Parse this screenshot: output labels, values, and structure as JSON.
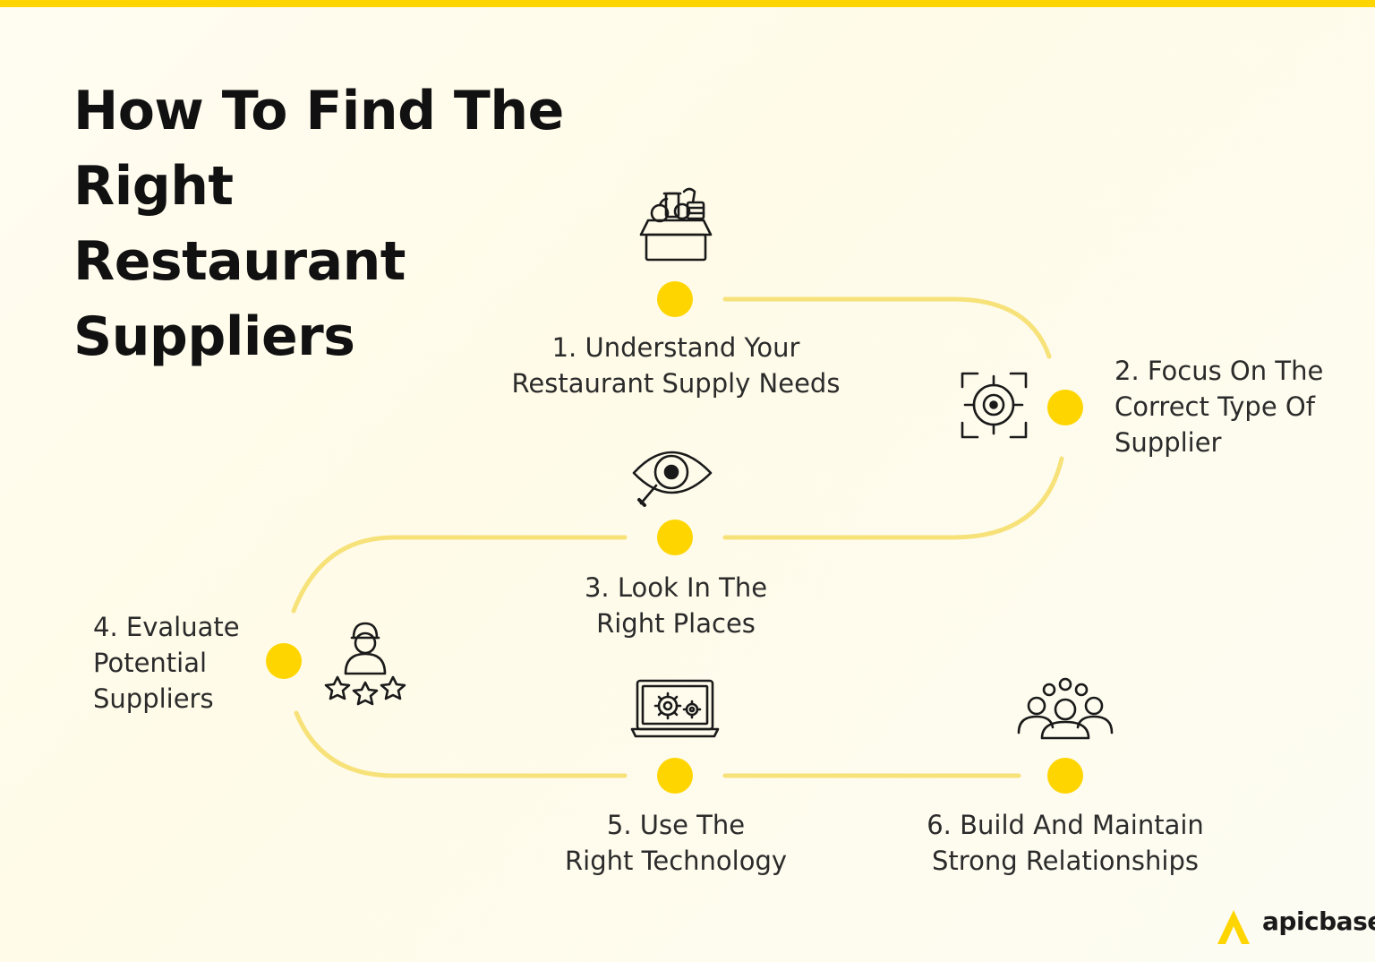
{
  "title": "How To Find The\nRight Restaurant\nSuppliers",
  "colors": {
    "accent": "#ffd500",
    "path": "#f7e27a",
    "icon": "#1a1a1a"
  },
  "steps": [
    {
      "label": "1. Understand Your\nRestaurant Supply Needs",
      "icon": "grocery-box-icon"
    },
    {
      "label": "2. Focus On The\nCorrect Type Of\nSupplier",
      "icon": "target-icon"
    },
    {
      "label": "3. Look In The\nRight Places",
      "icon": "eye-search-icon"
    },
    {
      "label": "4. Evaluate\nPotential\nSuppliers",
      "icon": "rated-person-icon"
    },
    {
      "label": "5. Use The\nRight Technology",
      "icon": "laptop-gears-icon"
    },
    {
      "label": "6. Build And Maintain\nStrong Relationships",
      "icon": "group-people-icon"
    }
  ],
  "brand": {
    "name": "apicbase"
  }
}
